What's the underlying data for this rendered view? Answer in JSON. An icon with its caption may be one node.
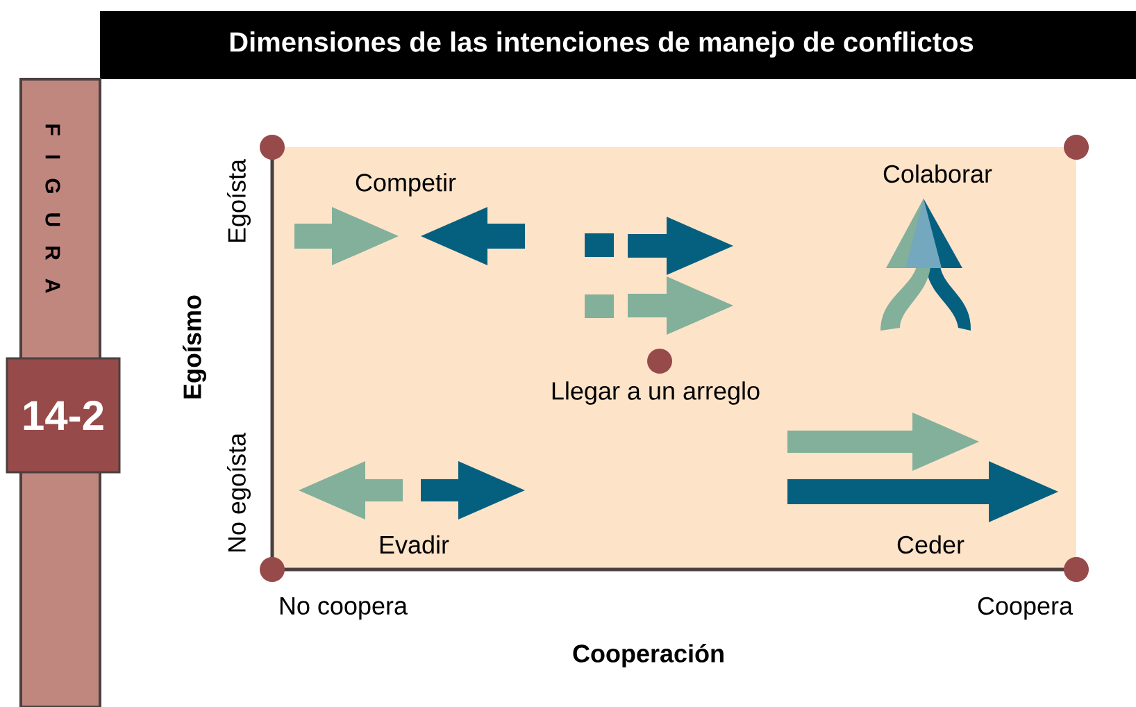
{
  "diagram": {
    "title": "Dimensiones de las intenciones de manejo de conflictos",
    "nodes": [
      {
        "text": [
          "F I G U R A"
        ]
      },
      {
        "text": [
          "14-2"
        ]
      },
      {
        "text": [
          "Competir",
          "Colaborar",
          "Llegar a un arreglo",
          "Evadir",
          "Ceder"
        ]
      }
    ],
    "labels": [
      "Egoísta",
      "Egoísmo",
      "No egoísta",
      "No coopera",
      "Coopera",
      "Cooperación"
    ]
  }
}
